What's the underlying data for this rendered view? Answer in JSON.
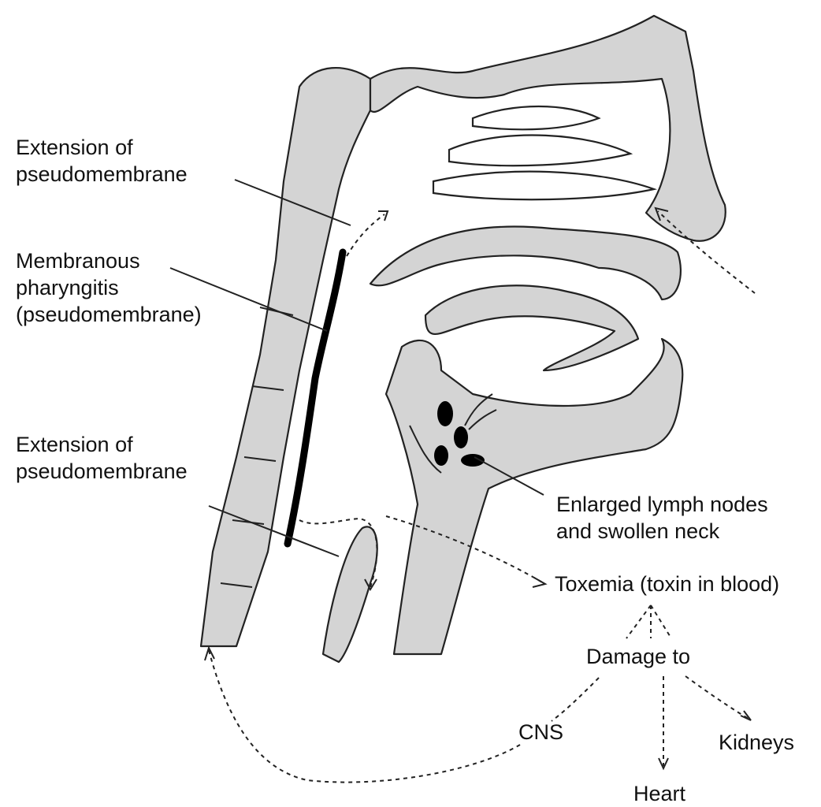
{
  "labels": {
    "extension_top": [
      "Extension of",
      "pseudomembrane"
    ],
    "membranous": [
      "Membranous",
      "pharyngitis",
      "(pseudomembrane)"
    ],
    "extension_low": [
      "Extension of",
      "pseudomembrane"
    ],
    "lymph": [
      "Enlarged lymph nodes",
      "and swollen neck"
    ],
    "toxemia": "Toxemia (toxin in blood)",
    "damage": "Damage to",
    "cns": "CNS",
    "kidneys": "Kidneys",
    "heart": "Heart"
  },
  "colors": {
    "tissue_fill": "#d4d4d4",
    "outline": "#222222",
    "membrane": "#000000",
    "background": "#ffffff"
  }
}
